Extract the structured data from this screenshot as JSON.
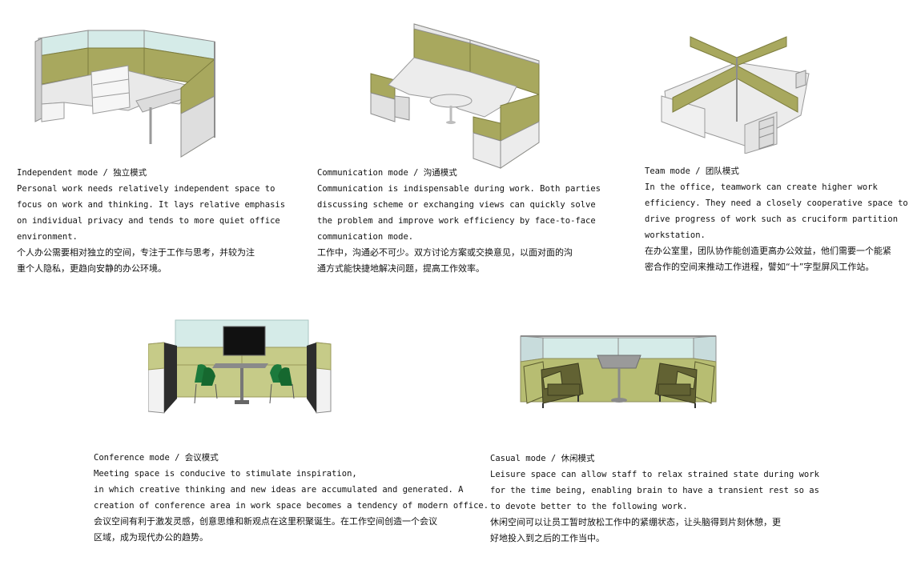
{
  "sections": [
    {
      "title": "Independent mode / 独立模式",
      "en_lines": [
        "Personal work needs relatively independent space to",
        "focus on work and thinking. It lays relative emphasis",
        "on individual privacy and tends to more quiet office",
        "environment."
      ],
      "cn_lines": [
        "个人办公需要相对独立的空间，专注于工作与思考，并较为注",
        "重个人隐私，更趋向安静的办公环境。"
      ]
    },
    {
      "title": "Communication mode / 沟通模式",
      "en_lines": [
        "Communication is indispensable during work. Both parties",
        "discussing scheme or exchanging views can quickly solve",
        "the problem and improve work efficiency by face-to-face",
        "communication mode."
      ],
      "cn_lines": [
        "工作中，沟通必不可少。双方讨论方案或交换意见，以面对面的沟",
        "通方式能快捷地解决问题，提高工作效率。"
      ]
    },
    {
      "title": "Team mode / 团队模式",
      "en_lines": [
        "In the office, teamwork can create higher work",
        "efficiency. They need a closely cooperative space to",
        "drive progress of work such as cruciform partition",
        "workstation."
      ],
      "cn_lines": [
        "在办公室里，团队协作能创造更高办公效益，他们需要一个能紧",
        "密合作的空间来推动工作进程，譬如“十”字型屏风工作站。"
      ]
    },
    {
      "title": "Conference mode / 会议模式",
      "en_lines": [
        "Meeting space is conducive to stimulate inspiration,",
        "in which creative thinking and new ideas are accumulated and generated. A",
        "creation of conference area in work space becomes a tendency of modern office."
      ],
      "cn_lines": [
        "会议空间有利于激发灵感，创意思维和新观点在这里积聚诞生。在工作空间创造一个会议",
        "区域，成为现代办公的趋势。"
      ]
    },
    {
      "title": "Casual mode / 休闲模式",
      "en_lines": [
        "Leisure space can allow staff to relax strained state during work",
        "for the time being, enabling brain to have a transient rest so as",
        "to devote better to the following work."
      ],
      "cn_lines": [
        "休闲空间可以让员工暂时放松工作中的紧绷状态，让头脑得到片刻休憩，更",
        "好地投入到之后的工作当中。"
      ]
    }
  ],
  "colors": {
    "panel_olive": "#a8a85e",
    "panel_olive_dark": "#7d7d3e",
    "glass": "#d5ebe8",
    "desk": "#e9e9e9",
    "frame": "#8d8d8d",
    "chair_green": "#1c7a3c",
    "sofa_olive": "#626233"
  }
}
